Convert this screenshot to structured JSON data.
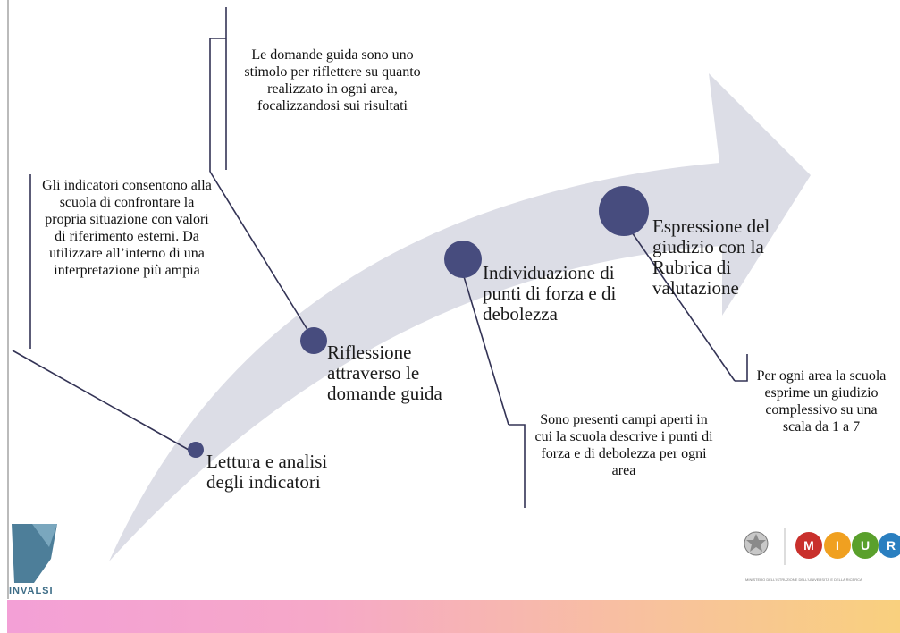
{
  "colors": {
    "arrow": "#dcdde6",
    "circle": "#474c7e",
    "line": "#333355",
    "invalsi": "#3d6d87",
    "miur_red": "#c9302c",
    "miur_orange": "#f0a020",
    "miur_green": "#5aa02c",
    "miur_blue": "#2a7fc0"
  },
  "callouts": {
    "indicatori": "Gli indicatori consentono alla scuola di confrontare la propria situazione con valori di riferimento esterni. Da utilizzare all’interno di una interpretazione più ampia",
    "domande": "Le domande guida sono uno stimolo per riflettere su quanto realizzato in ogni area, focalizzandosi sui risultati",
    "campi": "Sono presenti campi aperti in cui la scuola descrive i punti di forza e di debolezza per ogni area",
    "giudizio": "Per ogni area la scuola esprime un giudizio complessivo su una scala da 1 a 7"
  },
  "steps": {
    "lettura": "Lettura e analisi degli indicatori",
    "riflessione": "Riflessione attraverso le domande guida",
    "individuazione": "Individuazione di punti di forza e di debolezza",
    "espressione": "Espressione del giudizio con la Rubrica di valutazione"
  },
  "logos": {
    "invalsi": "INVALSI",
    "miur_letters": [
      "M",
      "I",
      "U",
      "R"
    ],
    "miur_caption": "MINISTERO DELL'ISTRUZIONE DELL'UNIVERSITÀ E DELLA RICERCA"
  }
}
